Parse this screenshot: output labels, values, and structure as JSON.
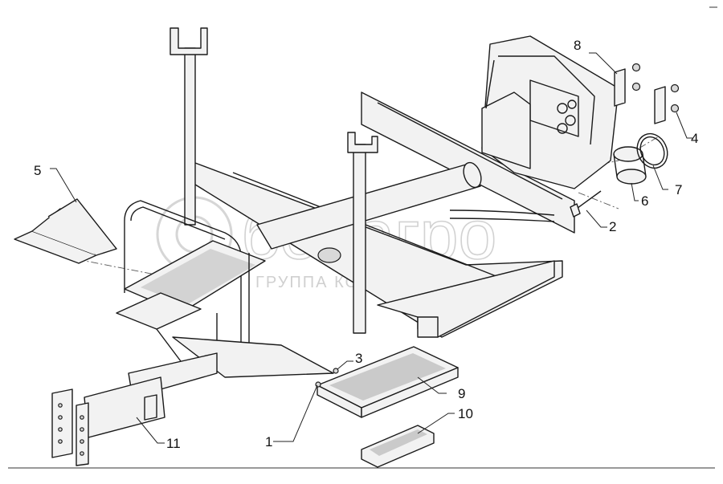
{
  "watermark": {
    "brand": "белагро",
    "subtitle": "ГРУППА КОМПАНИЙ"
  },
  "callouts": [
    {
      "id": "1",
      "text": "1"
    },
    {
      "id": "2",
      "text": "2"
    },
    {
      "id": "3",
      "text": "3"
    },
    {
      "id": "4",
      "text": "4"
    },
    {
      "id": "5",
      "text": "5"
    },
    {
      "id": "6",
      "text": "6"
    },
    {
      "id": "7",
      "text": "7"
    },
    {
      "id": "8",
      "text": "8"
    },
    {
      "id": "9",
      "text": "9"
    },
    {
      "id": "10",
      "text": "10"
    },
    {
      "id": "11",
      "text": "11"
    }
  ],
  "colors": {
    "line": "#1a1a1a",
    "watermark": "#d2d2d2",
    "background": "#ffffff"
  }
}
